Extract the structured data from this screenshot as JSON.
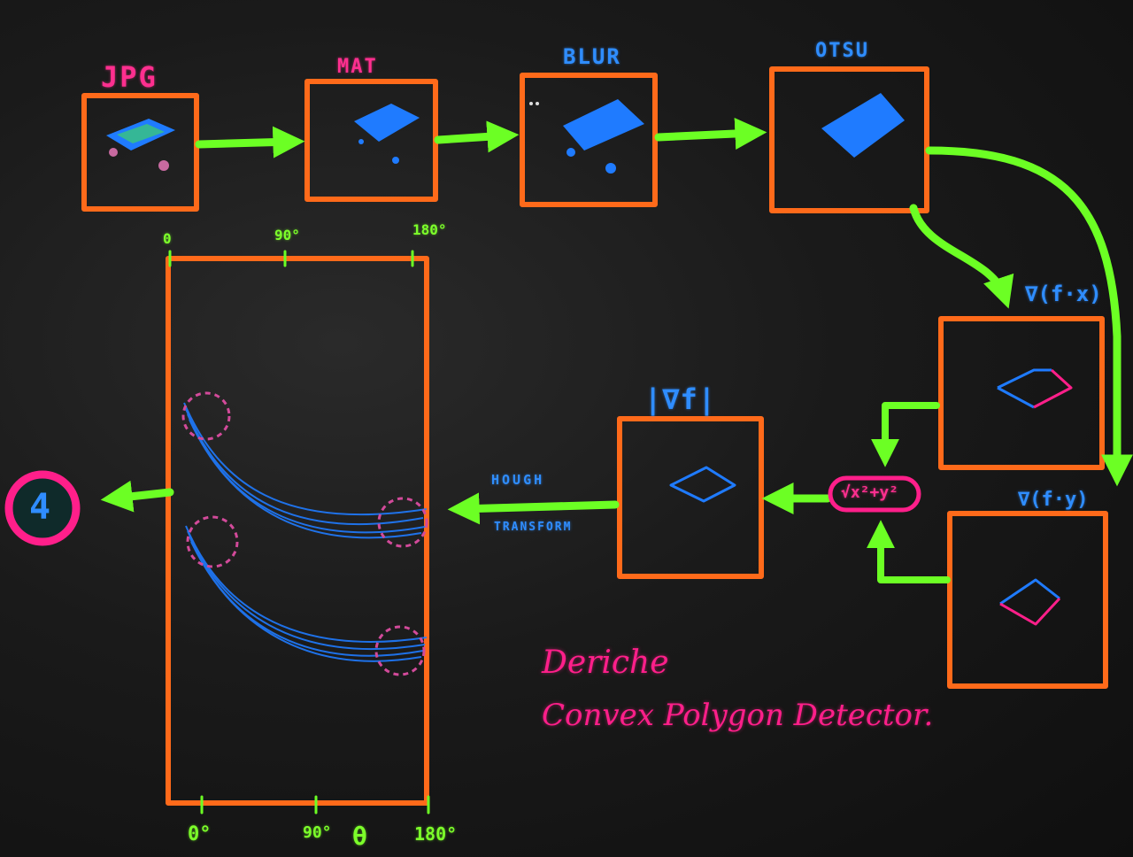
{
  "stages": {
    "jpg": "JPG",
    "mat": "MAT",
    "blur": "BLUR",
    "otsu": "OTSU",
    "grad_x": "∇(f·x)",
    "grad_y": "∇(f·y)",
    "magnitude": "|∇f|"
  },
  "combine_formula": "√x²+y²",
  "hough": {
    "line1": "HOUGH",
    "line2": "TRANSFORM"
  },
  "hough_space": {
    "top_ticks": [
      "0",
      "90°",
      "180°"
    ],
    "bottom_ticks": [
      "0°",
      "90°",
      "180°"
    ],
    "axis_symbol": "θ"
  },
  "result": "4",
  "caption": {
    "line1": "Deriche",
    "line2": "Convex Polygon Detector."
  },
  "colors": {
    "box": "#ff6a1a",
    "arrow": "#6cff24",
    "shape": "#1f7bff",
    "accent": "#ff1f8a"
  }
}
